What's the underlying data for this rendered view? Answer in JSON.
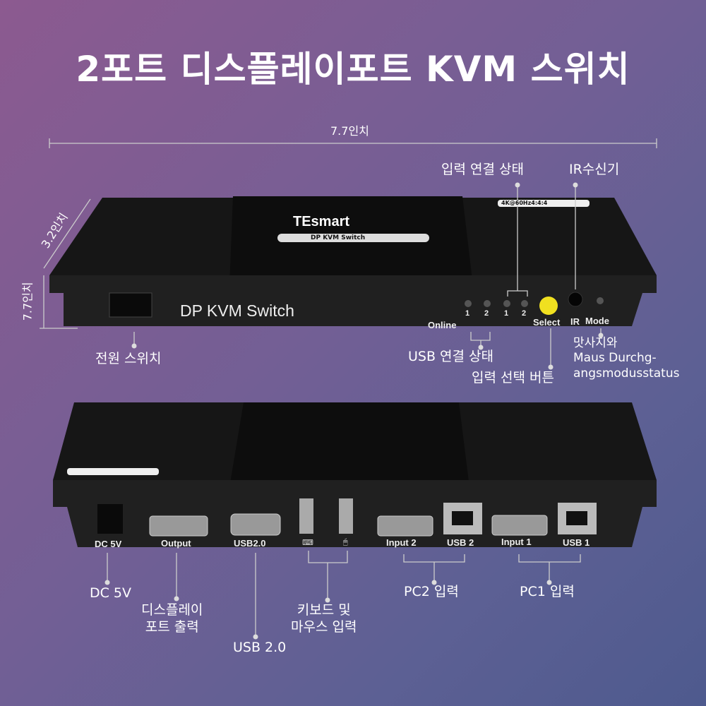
{
  "title": "2포트 디스플레이포트 KVM 스위치",
  "dimensions": {
    "width": "7.7인치",
    "depth": "3.2인치",
    "height": "7.7인치"
  },
  "front": {
    "brand": "TEsmart",
    "model": "DP KVM Switch",
    "badge": "4K@60Hz4:4:4",
    "face_label": "DP KVM Switch",
    "panel": {
      "online": "Online",
      "n1": "1",
      "n2": "2",
      "select": "Select",
      "ir": "IR",
      "mode": "Mode"
    },
    "callouts": {
      "input_status": "입력 연결 상태",
      "ir_receiver": "IR수신기",
      "power_switch": "전원 스위치",
      "usb_status": "USB 연결 상태",
      "select_button": "입력 선택 버튼",
      "mode_status_1": "맛사지와",
      "mode_status_2": "Maus Durchg-",
      "mode_status_3": "angsmodusstatus"
    }
  },
  "back": {
    "ports": [
      "DC 5V",
      "Output",
      "USB2.0",
      "Input 2",
      "USB 2",
      "Input 1",
      "USB 1"
    ],
    "callouts": {
      "dc": "DC 5V",
      "display_1": "디스플레이",
      "display_2": "포트 출력",
      "usb": "USB 2.0",
      "km_1": "키보드 및",
      "km_2": "마우스 입력",
      "pc2": "PC2 입력",
      "pc1": "PC1 입력"
    }
  },
  "colors": {
    "select_button": "#f0e020",
    "body": "#1a1a1a"
  }
}
